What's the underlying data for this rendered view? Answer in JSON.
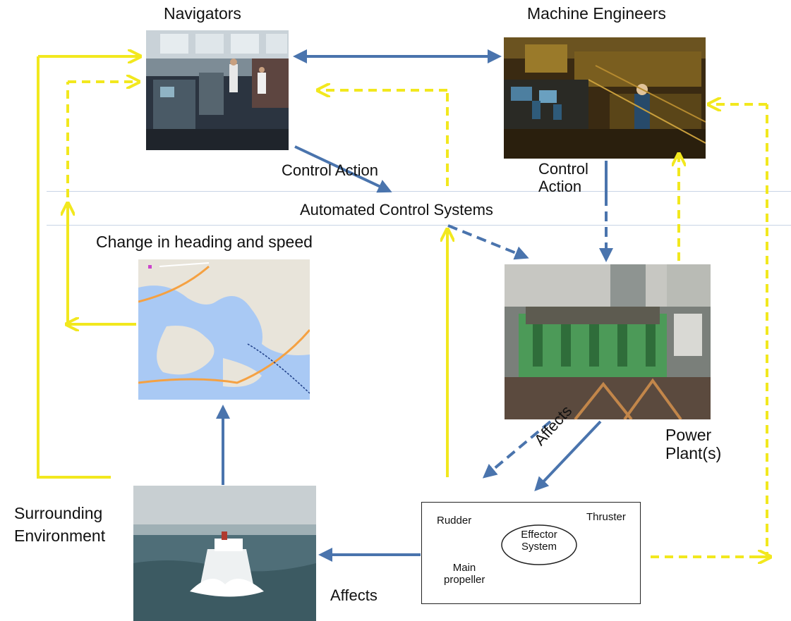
{
  "labels": {
    "navigators": "Navigators",
    "machine_engineers": "Machine Engineers",
    "control_action_left": "Control Action",
    "control_action_right_line1": "Control",
    "control_action_right_line2": "Action",
    "automated_control_systems": "Automated Control Systems",
    "change_heading_speed": "Change in heading and speed",
    "power_plant_line1": "Power",
    "power_plant_line2": "Plant(s)",
    "affects_diagonal": "Affects",
    "affects_bottom": "Affects",
    "surrounding_line1": "Surrounding",
    "surrounding_line2": "Environment"
  },
  "effector": {
    "rudder": "Rudder",
    "thruster": "Thruster",
    "center_line1": "Effector",
    "center_line2": "System",
    "main_propeller_line1": "Main",
    "main_propeller_line2": "propeller"
  },
  "colors": {
    "solid_arrow": "#4a74ad",
    "feedback_arrow": "#f2e81e",
    "background": "#ffffff"
  },
  "images": {
    "bridge": "ship-bridge-photo",
    "engine_control_room": "engine-control-room-photo",
    "map": "harbor-map-with-track",
    "engine": "marine-engine-photo",
    "ship": "ship-at-sea-photo"
  }
}
